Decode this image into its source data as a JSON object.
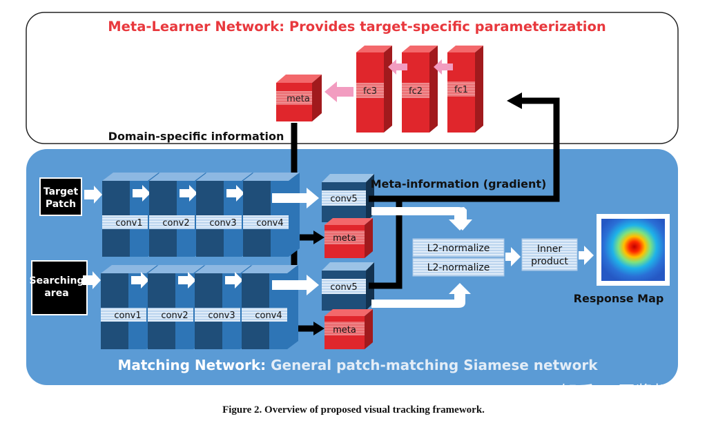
{
  "meta_learner": {
    "title": "Meta-Learner Network: Provides target-specific parameterization",
    "fc_labels": [
      "fc3",
      "fc2",
      "fc1"
    ],
    "meta_label": "meta",
    "domain_info": "Domain-specific information"
  },
  "matching": {
    "title_bold": "Matching Network:",
    "title_rest": " General patch-matching Siamese network",
    "target_label": [
      "Target",
      "Patch"
    ],
    "search_label": [
      "Searching",
      "area"
    ],
    "top_convs": [
      "conv1",
      "conv2",
      "conv3",
      "conv4"
    ],
    "bottom_convs": [
      "conv1",
      "conv2",
      "conv3",
      "conv4"
    ],
    "conv5_label": "conv5",
    "meta_label": "meta",
    "meta_info": "Meta-information (gradient)",
    "l2_label": "L2-normalize",
    "inner_product": [
      "Inner",
      "product"
    ],
    "response_map": "Response Map"
  },
  "caption": {
    "prefix": "Figure 2.",
    "text": " Overview of proposed visual tracking framework."
  },
  "watermark": "知乎 @豆浆机",
  "colors": {
    "meta_title": "#e8383d",
    "panel_blue": "#5b9bd5",
    "dark_blue": "#1f4e79",
    "red_block": "#e0262c"
  }
}
